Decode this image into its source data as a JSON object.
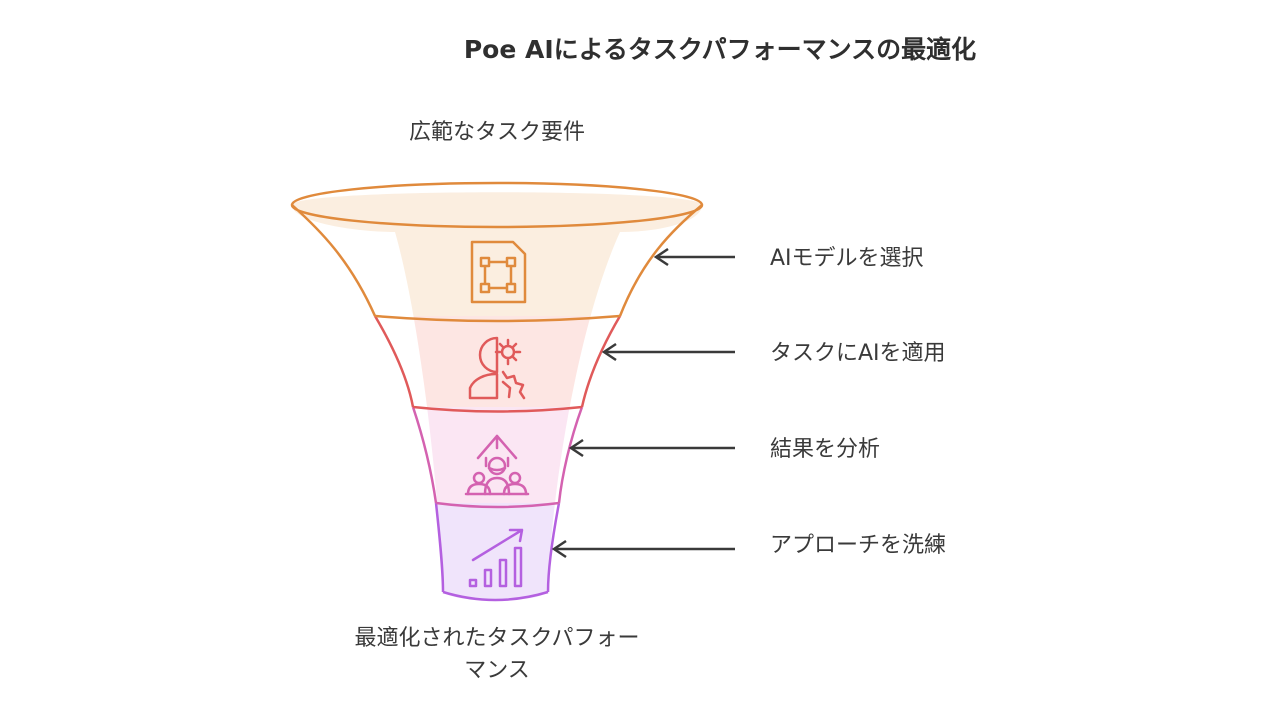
{
  "title": "Poe AIによるタスクパフォーマンスの最適化",
  "top_label": "広範なタスク要件",
  "bottom_label_lines": [
    "最適化されたタスクパフォー",
    "マンス"
  ],
  "stages": [
    {
      "label": "AIモデルを選択",
      "icon": "ai-chip-icon",
      "color": "#e08a3c",
      "fill": "#fbeee0"
    },
    {
      "label": "タスクにAIを適用",
      "icon": "human-gear-icon",
      "color": "#e05a5a",
      "fill": "#fde6e3"
    },
    {
      "label": "結果を分析",
      "icon": "team-growth-icon",
      "color": "#d462b0",
      "fill": "#fbe6f3"
    },
    {
      "label": "アプローチを洗練",
      "icon": "growth-chart-icon",
      "color": "#b460e0",
      "fill": "#f0e4fb"
    }
  ]
}
